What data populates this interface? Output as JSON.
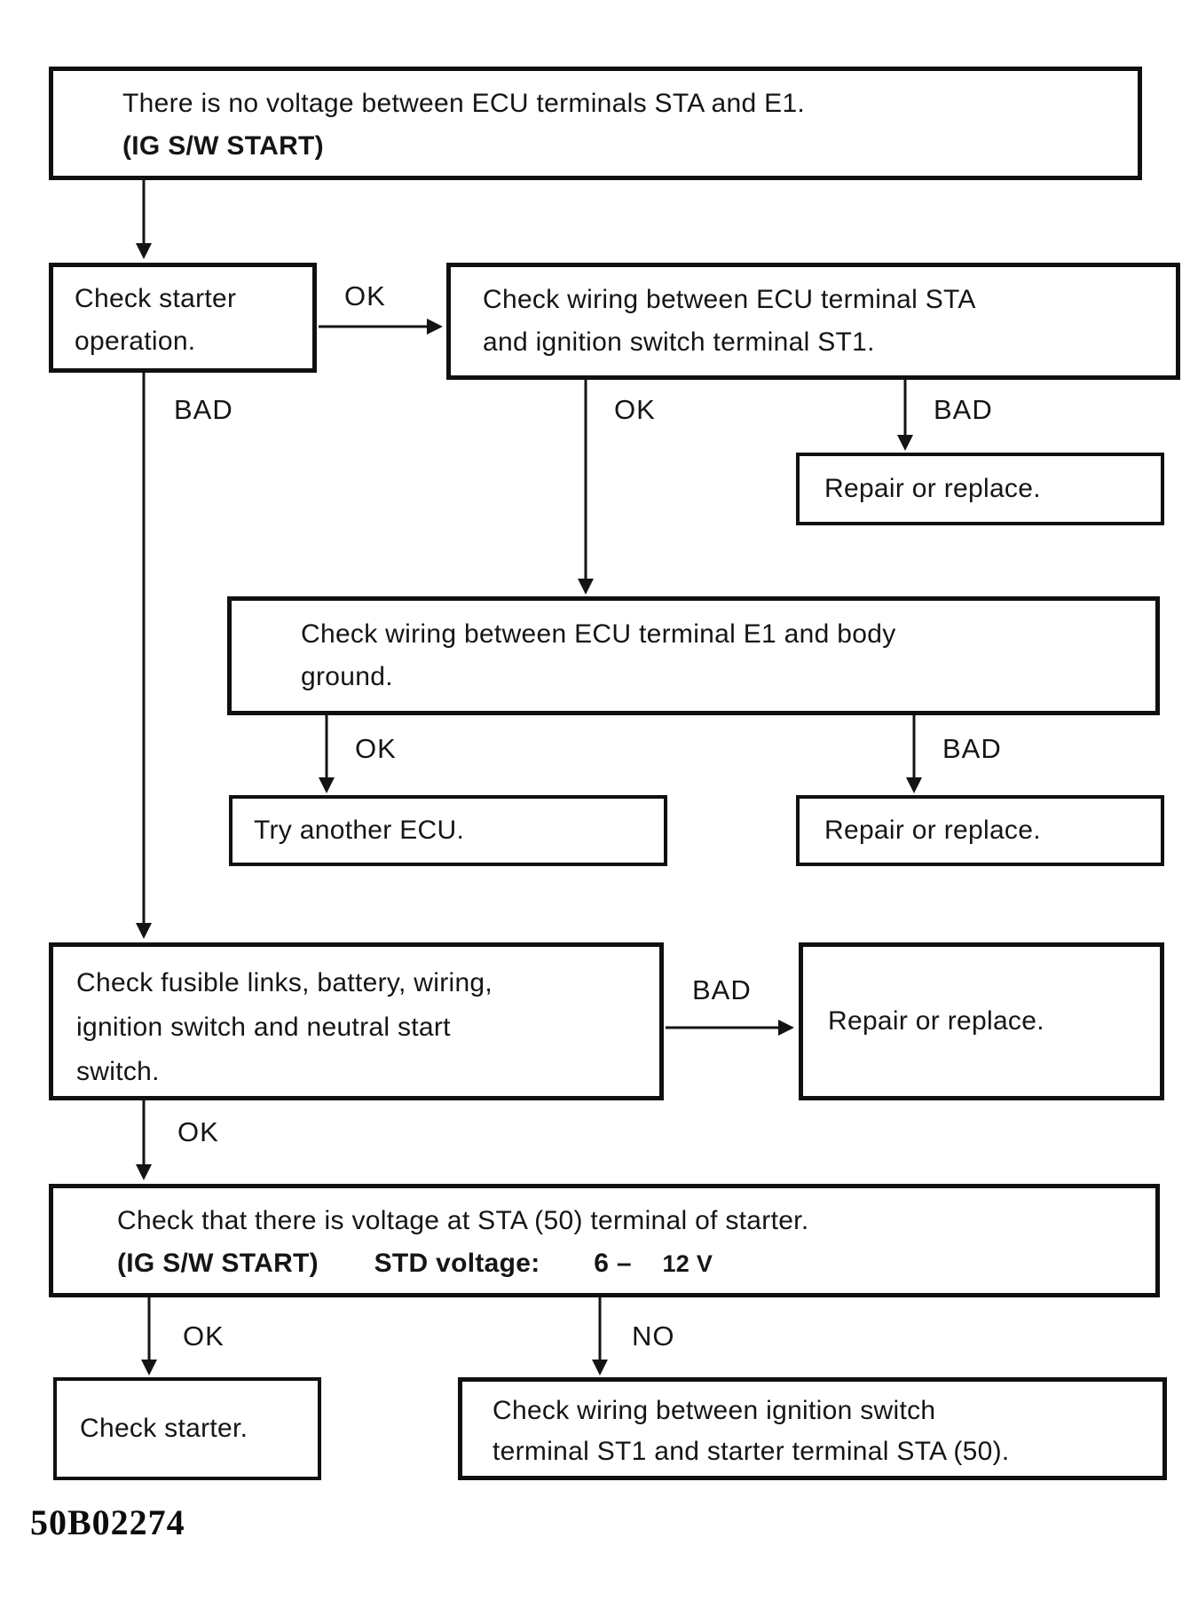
{
  "figure_code": "50B02274",
  "colors": {
    "ink": "#141414",
    "paper": "#ffffff"
  },
  "nodes": {
    "start": {
      "line1": "There is no voltage between ECU terminals STA and E1.",
      "line2": "(IG S/W START)"
    },
    "check_starter_operation": {
      "text": "Check starter operation."
    },
    "check_wiring_sta": {
      "line1": "Check wiring between ECU terminal STA",
      "line2": "and ignition switch terminal ST1."
    },
    "repair_1": {
      "text": "Repair or replace."
    },
    "check_wiring_e1": {
      "line1": "Check wiring between ECU terminal E1 and body",
      "line2": "ground."
    },
    "try_another_ecu": {
      "text": "Try another ECU."
    },
    "repair_2": {
      "text": "Repair or replace."
    },
    "check_fusible": {
      "line1": "Check fusible links, battery, wiring,",
      "line2": "ignition switch and neutral start",
      "line3": "switch."
    },
    "repair_3": {
      "text": "Repair or replace."
    },
    "check_voltage": {
      "line1": "Check that there is voltage at STA (50) terminal of starter.",
      "condition": "(IG S/W START)",
      "std_label": "STD voltage:",
      "std_value_a": "6 –",
      "std_value_b": "12 V"
    },
    "check_starter": {
      "text": "Check starter."
    },
    "check_wiring_ign": {
      "line1": "Check wiring between ignition switch",
      "line2": "terminal ST1 and starter terminal STA (50)."
    }
  },
  "labels": {
    "ok1": "OK",
    "bad1": "BAD",
    "ok2": "OK",
    "bad2": "BAD",
    "ok3": "OK",
    "bad3": "BAD",
    "bad4": "BAD",
    "ok4": "OK",
    "ok5": "OK",
    "no1": "NO"
  }
}
